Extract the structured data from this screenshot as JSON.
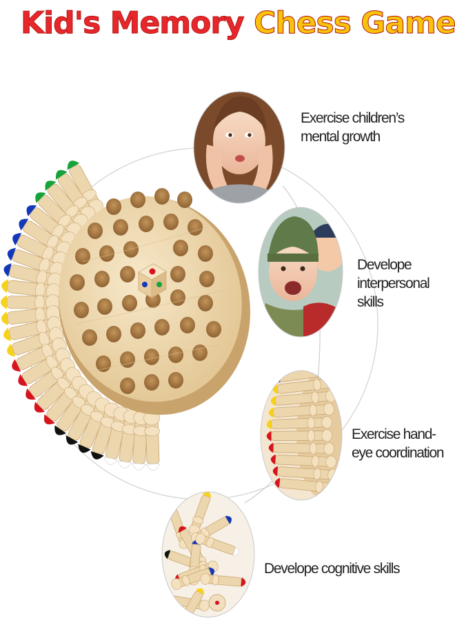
{
  "title": {
    "part1": "Kid's Memory",
    "part2": "Chess Game"
  },
  "colors": {
    "title_red": "#e8272c",
    "title_yellow": "#f8c20d",
    "wood": "#ecd6ae",
    "peg_green": "#17a33b",
    "peg_blue": "#1237b8",
    "peg_yellow": "#f7d21a",
    "peg_red": "#d6141e",
    "peg_black": "#111111",
    "peg_white": "#ffffff"
  },
  "features": [
    {
      "id": "mental",
      "line1": "Exercise children’s",
      "line2": "mental growth",
      "photo": "girl-surprised"
    },
    {
      "id": "interpersonal",
      "line1": "Develope",
      "line2": "interpersonal skills",
      "photo": "kids-laughing"
    },
    {
      "id": "coordination",
      "line1": "Exercise hand-",
      "line2": "eye coordination",
      "photo": "pegs-closeup"
    },
    {
      "id": "cognitive",
      "line1": "Develope cognitive skills",
      "line2": "",
      "photo": "pegs-scattered"
    }
  ]
}
